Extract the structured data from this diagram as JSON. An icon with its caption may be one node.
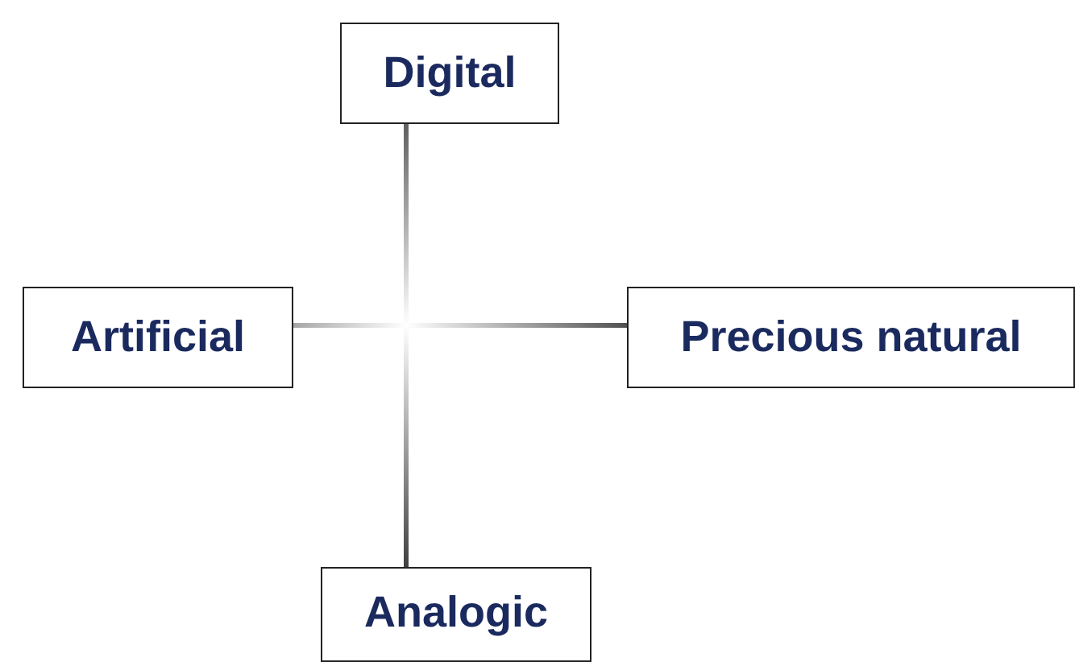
{
  "diagram": {
    "nodes": [
      {
        "text": [
          "Digital"
        ]
      },
      {
        "text": [
          "Artificial"
        ]
      },
      {
        "text": [
          "Precious natural"
        ]
      },
      {
        "text": [
          "Analogic"
        ]
      }
    ],
    "edges": [
      {
        "from": 0,
        "to": 3,
        "arrow": "none"
      },
      {
        "from": 1,
        "to": 2,
        "arrow": "none"
      }
    ]
  }
}
